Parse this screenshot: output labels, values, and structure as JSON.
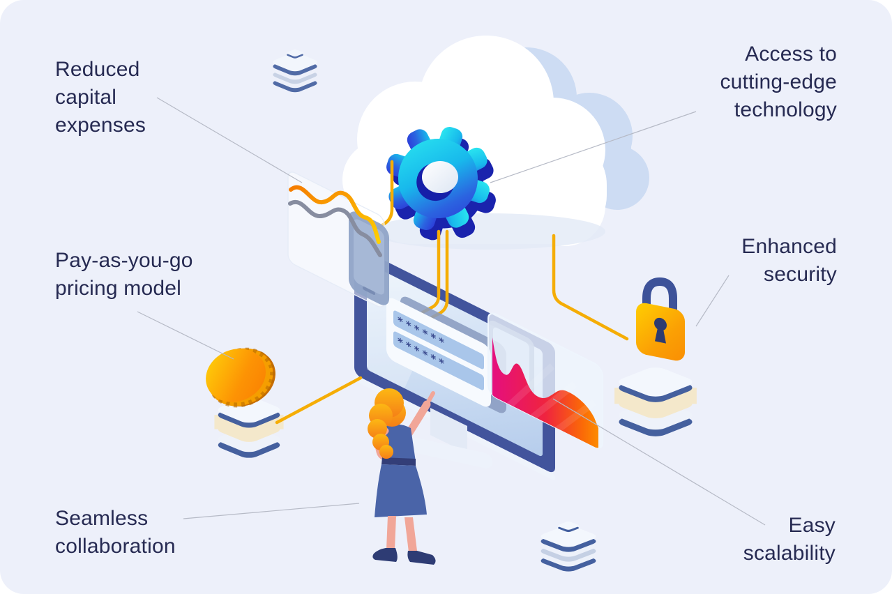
{
  "labels": {
    "reduced": "Reduced\ncapital\nexpenses",
    "access": "Access to\ncutting-edge\ntechnology",
    "payg": "Pay-as-you-go\npricing model",
    "security": "Enhanced\nsecurity",
    "collab": "Seamless\ncollaboration",
    "scalability": "Easy\nscalability"
  },
  "monitor": {
    "password_mask": "******"
  },
  "icons": {
    "cloud": "cloud-icon",
    "gear": "gear-icon",
    "monitor": "monitor-icon",
    "padlock": "padlock-icon",
    "coin": "coin-icon",
    "database": "database-icon",
    "tablet": "tablet-icon",
    "woman": "woman-figure"
  },
  "colors": {
    "background": "#edf0fa",
    "text": "#262a52",
    "callout_line": "#b6bac6",
    "accent_yellow": "#f5ad05",
    "gear_cyan": "#25dfee",
    "gear_blue": "#1a23ad",
    "lock_orange": "#fba004",
    "chart_magenta": "#e50f7e",
    "chart_orange": "#fc8b00"
  }
}
